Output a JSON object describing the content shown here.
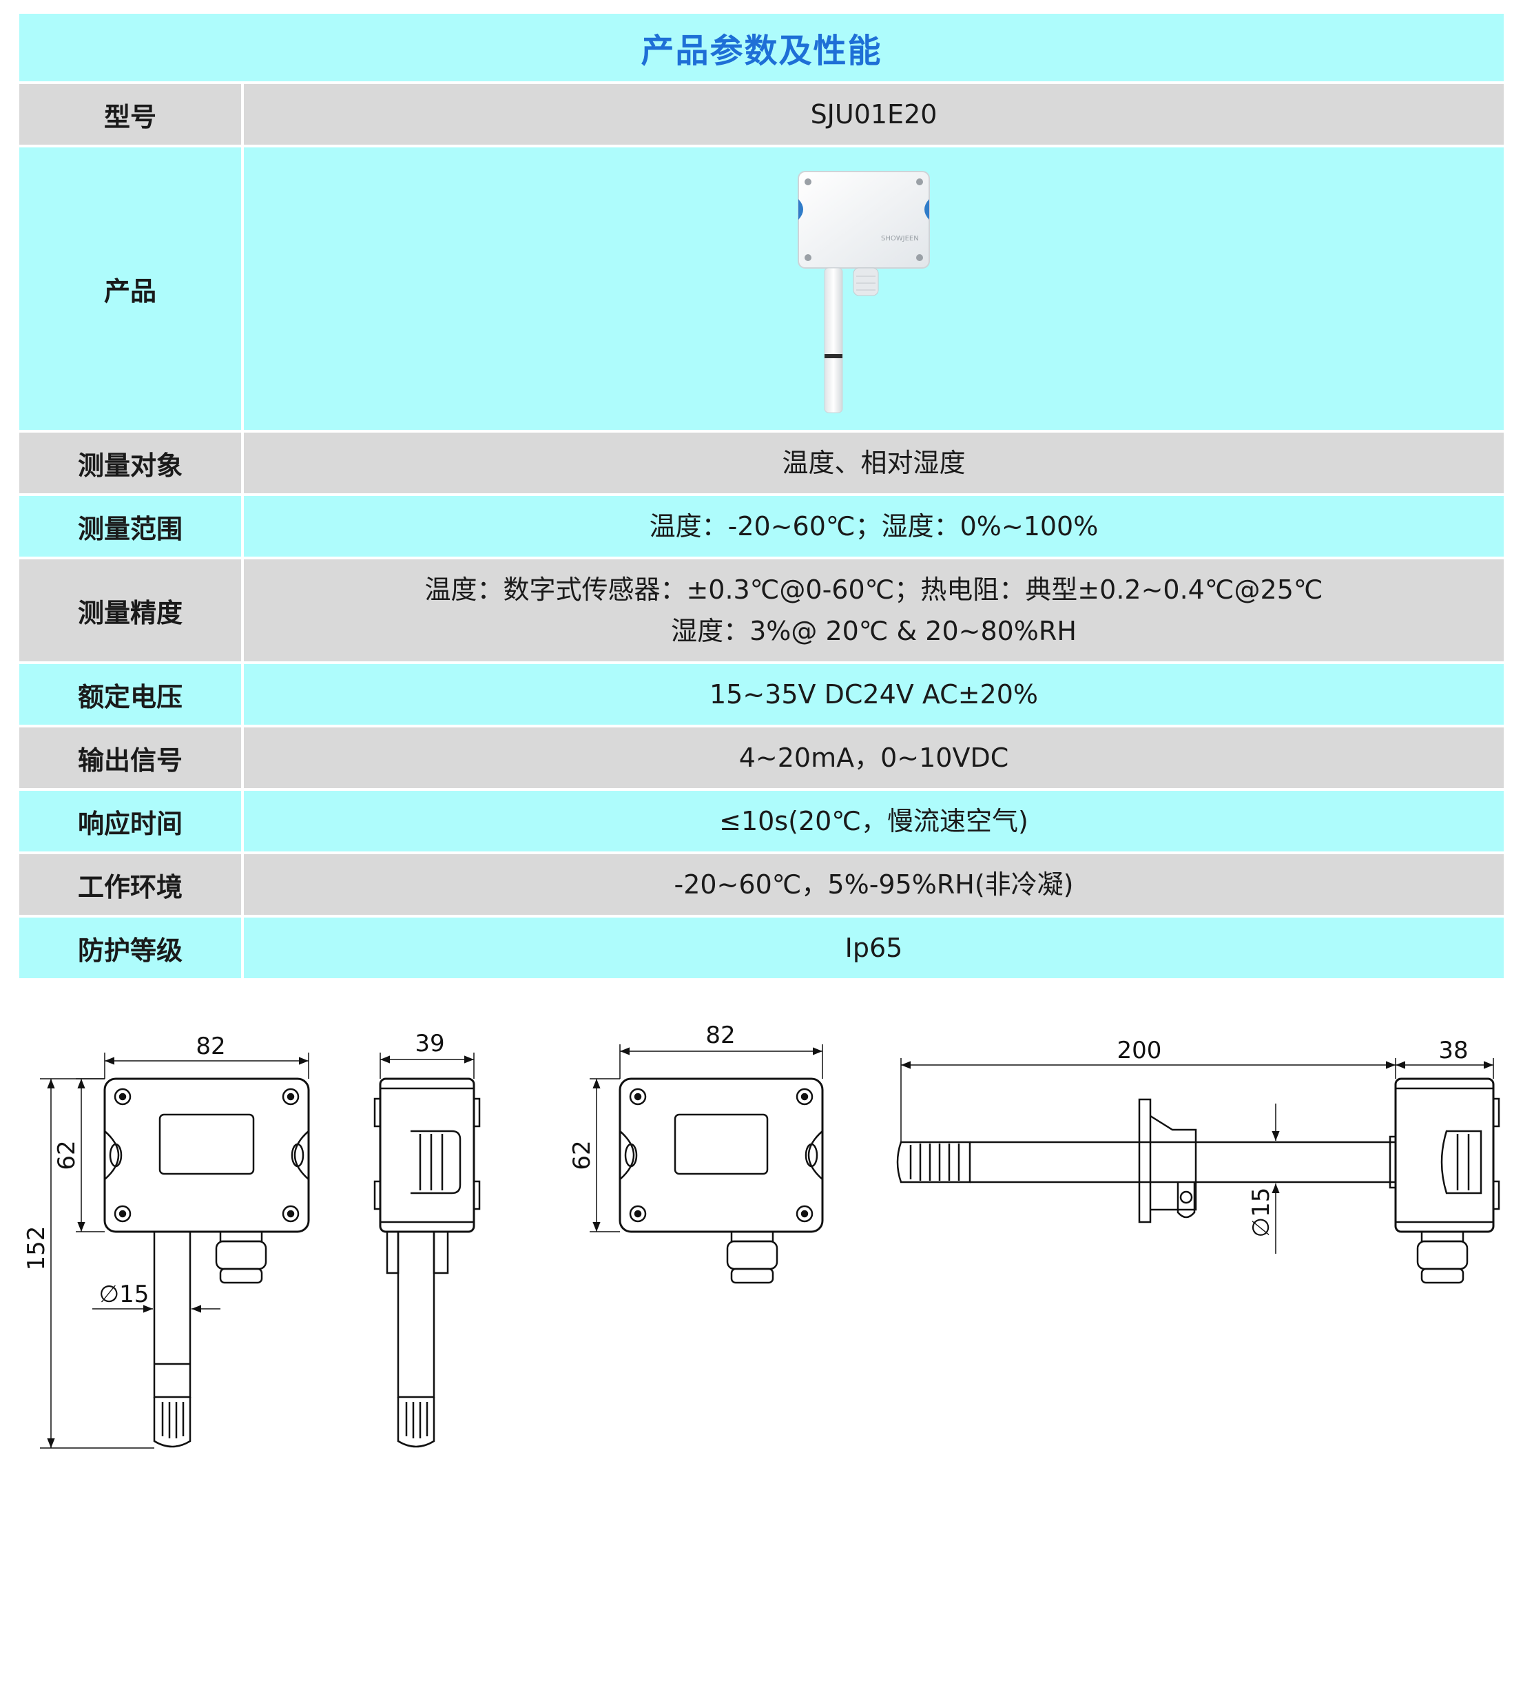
{
  "title": "产品参数及性能",
  "rows": [
    {
      "label": "型号",
      "value": "SJU01E20"
    },
    {
      "label": "产品"
    },
    {
      "label": "测量对象",
      "value": "温度、相对湿度"
    },
    {
      "label": "测量范围",
      "value": "温度：-20~60℃；湿度：0%~100%"
    },
    {
      "label": "测量精度",
      "value_line1": "温度：数字式传感器：±0.3℃@0-60℃；热电阻：典型±0.2~0.4℃@25℃",
      "value_line2": "湿度：3%@ 20℃ & 20~80%RH"
    },
    {
      "label": "额定电压",
      "value": "15~35V  DC24V  AC±20%"
    },
    {
      "label": "输出信号",
      "value": "4~20mA，0~10VDC"
    },
    {
      "label": "响应时间",
      "value": "≤10s(20℃，慢流速空气)"
    },
    {
      "label": "工作环境",
      "value": "-20~60℃，5%-95%RH(非冷凝)"
    },
    {
      "label": "防护等级",
      "value": "Ip65"
    }
  ],
  "product_brand": "SHOWJEEN",
  "drawings": {
    "front": {
      "width": "82",
      "height_box": "62",
      "height_total": "152",
      "probe_dia": "∅15"
    },
    "side": {
      "depth": "39"
    },
    "front_short": {
      "width": "82",
      "height": "62"
    },
    "duct": {
      "probe_length": "200",
      "box_depth": "38",
      "probe_dia": "∅15"
    }
  },
  "colors": {
    "header_text": "#1e6fd6",
    "cyan_row": "#aefcfc",
    "gray_row": "#d9d9d9"
  }
}
